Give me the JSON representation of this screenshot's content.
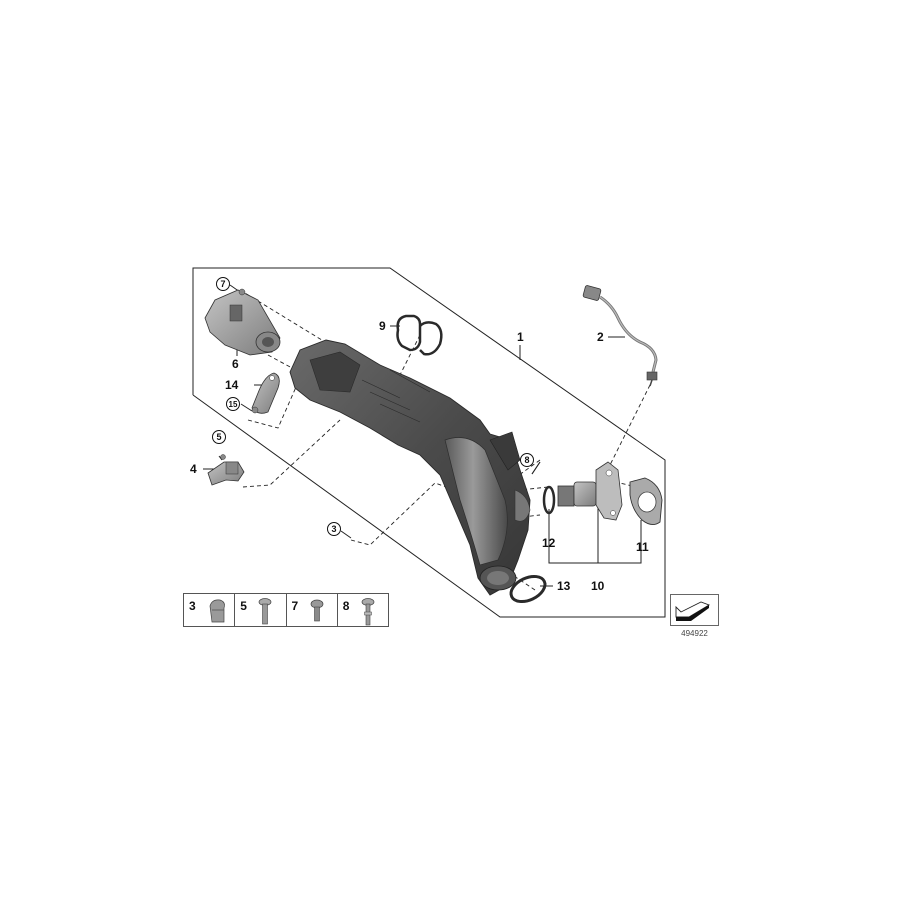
{
  "diagram": {
    "type": "exploded parts diagram",
    "subject": "Intake manifold with EGR valve assembly",
    "reference_number": "494922",
    "callouts": [
      {
        "number": "1",
        "circled": false
      },
      {
        "number": "2",
        "circled": false
      },
      {
        "number": "3",
        "circled": true
      },
      {
        "number": "4",
        "circled": false
      },
      {
        "number": "5",
        "circled": true
      },
      {
        "number": "6",
        "circled": false
      },
      {
        "number": "7",
        "circled": true
      },
      {
        "number": "8",
        "circled": true
      },
      {
        "number": "9",
        "circled": false
      },
      {
        "number": "10",
        "circled": false
      },
      {
        "number": "11",
        "circled": false
      },
      {
        "number": "12",
        "circled": false
      },
      {
        "number": "13",
        "circled": false
      },
      {
        "number": "14",
        "circled": false
      },
      {
        "number": "15",
        "circled": true
      }
    ],
    "legend": [
      {
        "number": "3",
        "icon": "clip-nut-icon"
      },
      {
        "number": "5",
        "icon": "torx-bolt-icon"
      },
      {
        "number": "7",
        "icon": "flange-bolt-icon"
      },
      {
        "number": "8",
        "icon": "stud-bolt-icon"
      }
    ],
    "colors": {
      "line": "#222222",
      "part_dark": "#4a4a4a",
      "part_mid": "#777777",
      "part_light": "#a8a8a8",
      "background": "#ffffff"
    }
  },
  "labels": {
    "l1": "1",
    "l2": "2",
    "l3": "3",
    "l4": "4",
    "l5": "5",
    "l6": "6",
    "l7": "7",
    "l8": "8",
    "l9": "9",
    "l10": "10",
    "l11": "11",
    "l12": "12",
    "l13": "13",
    "l14": "14",
    "l15": "15"
  },
  "legend_labels": {
    "a": "3",
    "b": "5",
    "c": "7",
    "d": "8"
  },
  "ref": {
    "number": "494922"
  }
}
